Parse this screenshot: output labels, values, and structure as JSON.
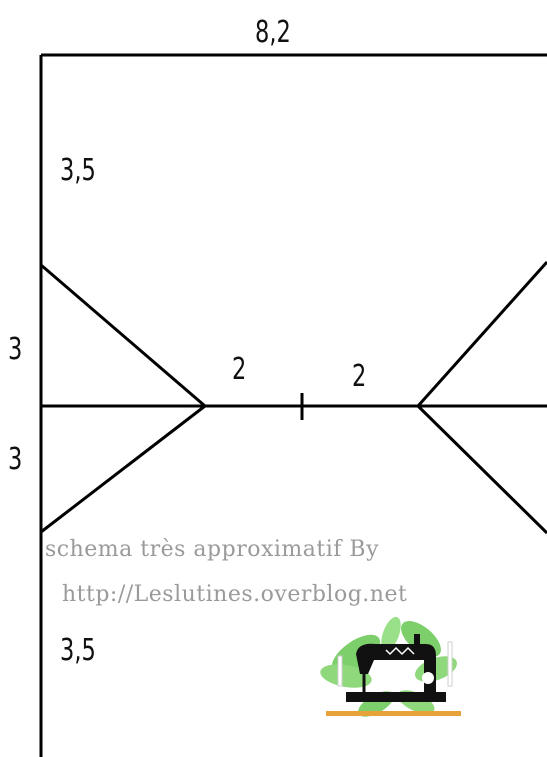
{
  "diagram": {
    "dimensions": {
      "top_width": "8,2",
      "top_height": "3,5",
      "left_upper": "3",
      "left_lower": "3",
      "center_left": "2",
      "center_right": "2",
      "bottom_height": "3,5"
    },
    "watermark": {
      "line1": "schema très approximatif By",
      "line2": "http://Leslutines.overblog.net"
    },
    "logo": {
      "icon": "sewing-machine-icon",
      "leaf_color": "#7ccf6a",
      "machine_color": "#111111",
      "base_color": "#e8a23a"
    },
    "line_color": "#000000"
  }
}
